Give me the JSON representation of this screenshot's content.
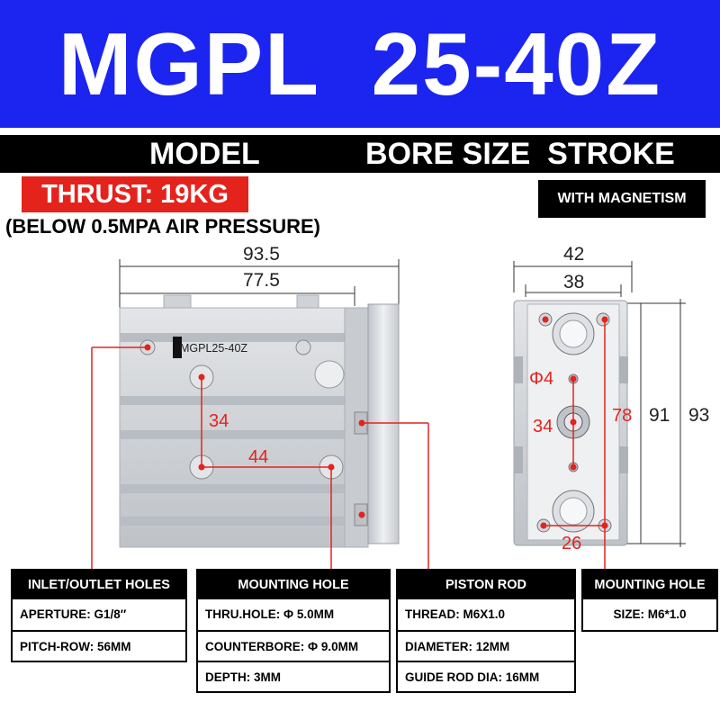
{
  "banner": {
    "title": "MGPL  25-40Z",
    "color": "#1c24f0"
  },
  "labels": {
    "model": "MODEL",
    "bore_stroke": "BORE SIZE  STROKE"
  },
  "thrust": "THRUST: 19KG",
  "pressure_note": "(BELOW 0.5MPA AIR PRESSURE)",
  "magnetism": "WITH MAGNETISM",
  "side_view": {
    "dims": {
      "overall_length": "93.5",
      "body_length": "77.5",
      "hole_spacing_v": "34",
      "hole_spacing_h": "44"
    },
    "engraving": "MGPL25-40Z"
  },
  "end_view": {
    "dims": {
      "width": "42",
      "inner_width": "38",
      "hole_dia": "Φ4",
      "center_gap": "34",
      "hole_pitch_v": "78",
      "height_inner": "91",
      "height_total": "93",
      "hole_pitch_h": "26"
    }
  },
  "spec_boxes": [
    {
      "title": "INLET/OUTLET HOLES",
      "rows": [
        "APERTURE: G1/8′′",
        "PITCH-ROW: 56MM"
      ]
    },
    {
      "title": "MOUNTING HOLE",
      "rows": [
        "THRU.HOLE: Φ 5.0MM",
        "COUNTERBORE: Φ 9.0MM",
        "DEPTH: 3MM"
      ]
    },
    {
      "title": "PISTON ROD",
      "rows": [
        "THREAD: M6X1.0",
        "DIAMETER: 12MM",
        "GUIDE ROD DIA: 16MM"
      ]
    },
    {
      "title": "MOUNTING HOLE",
      "rows": [
        "SIZE: M6*1.0"
      ]
    }
  ],
  "colors": {
    "accent_red": "#e4231d",
    "bar_black": "#000000",
    "metal": "#cfd2d6"
  }
}
